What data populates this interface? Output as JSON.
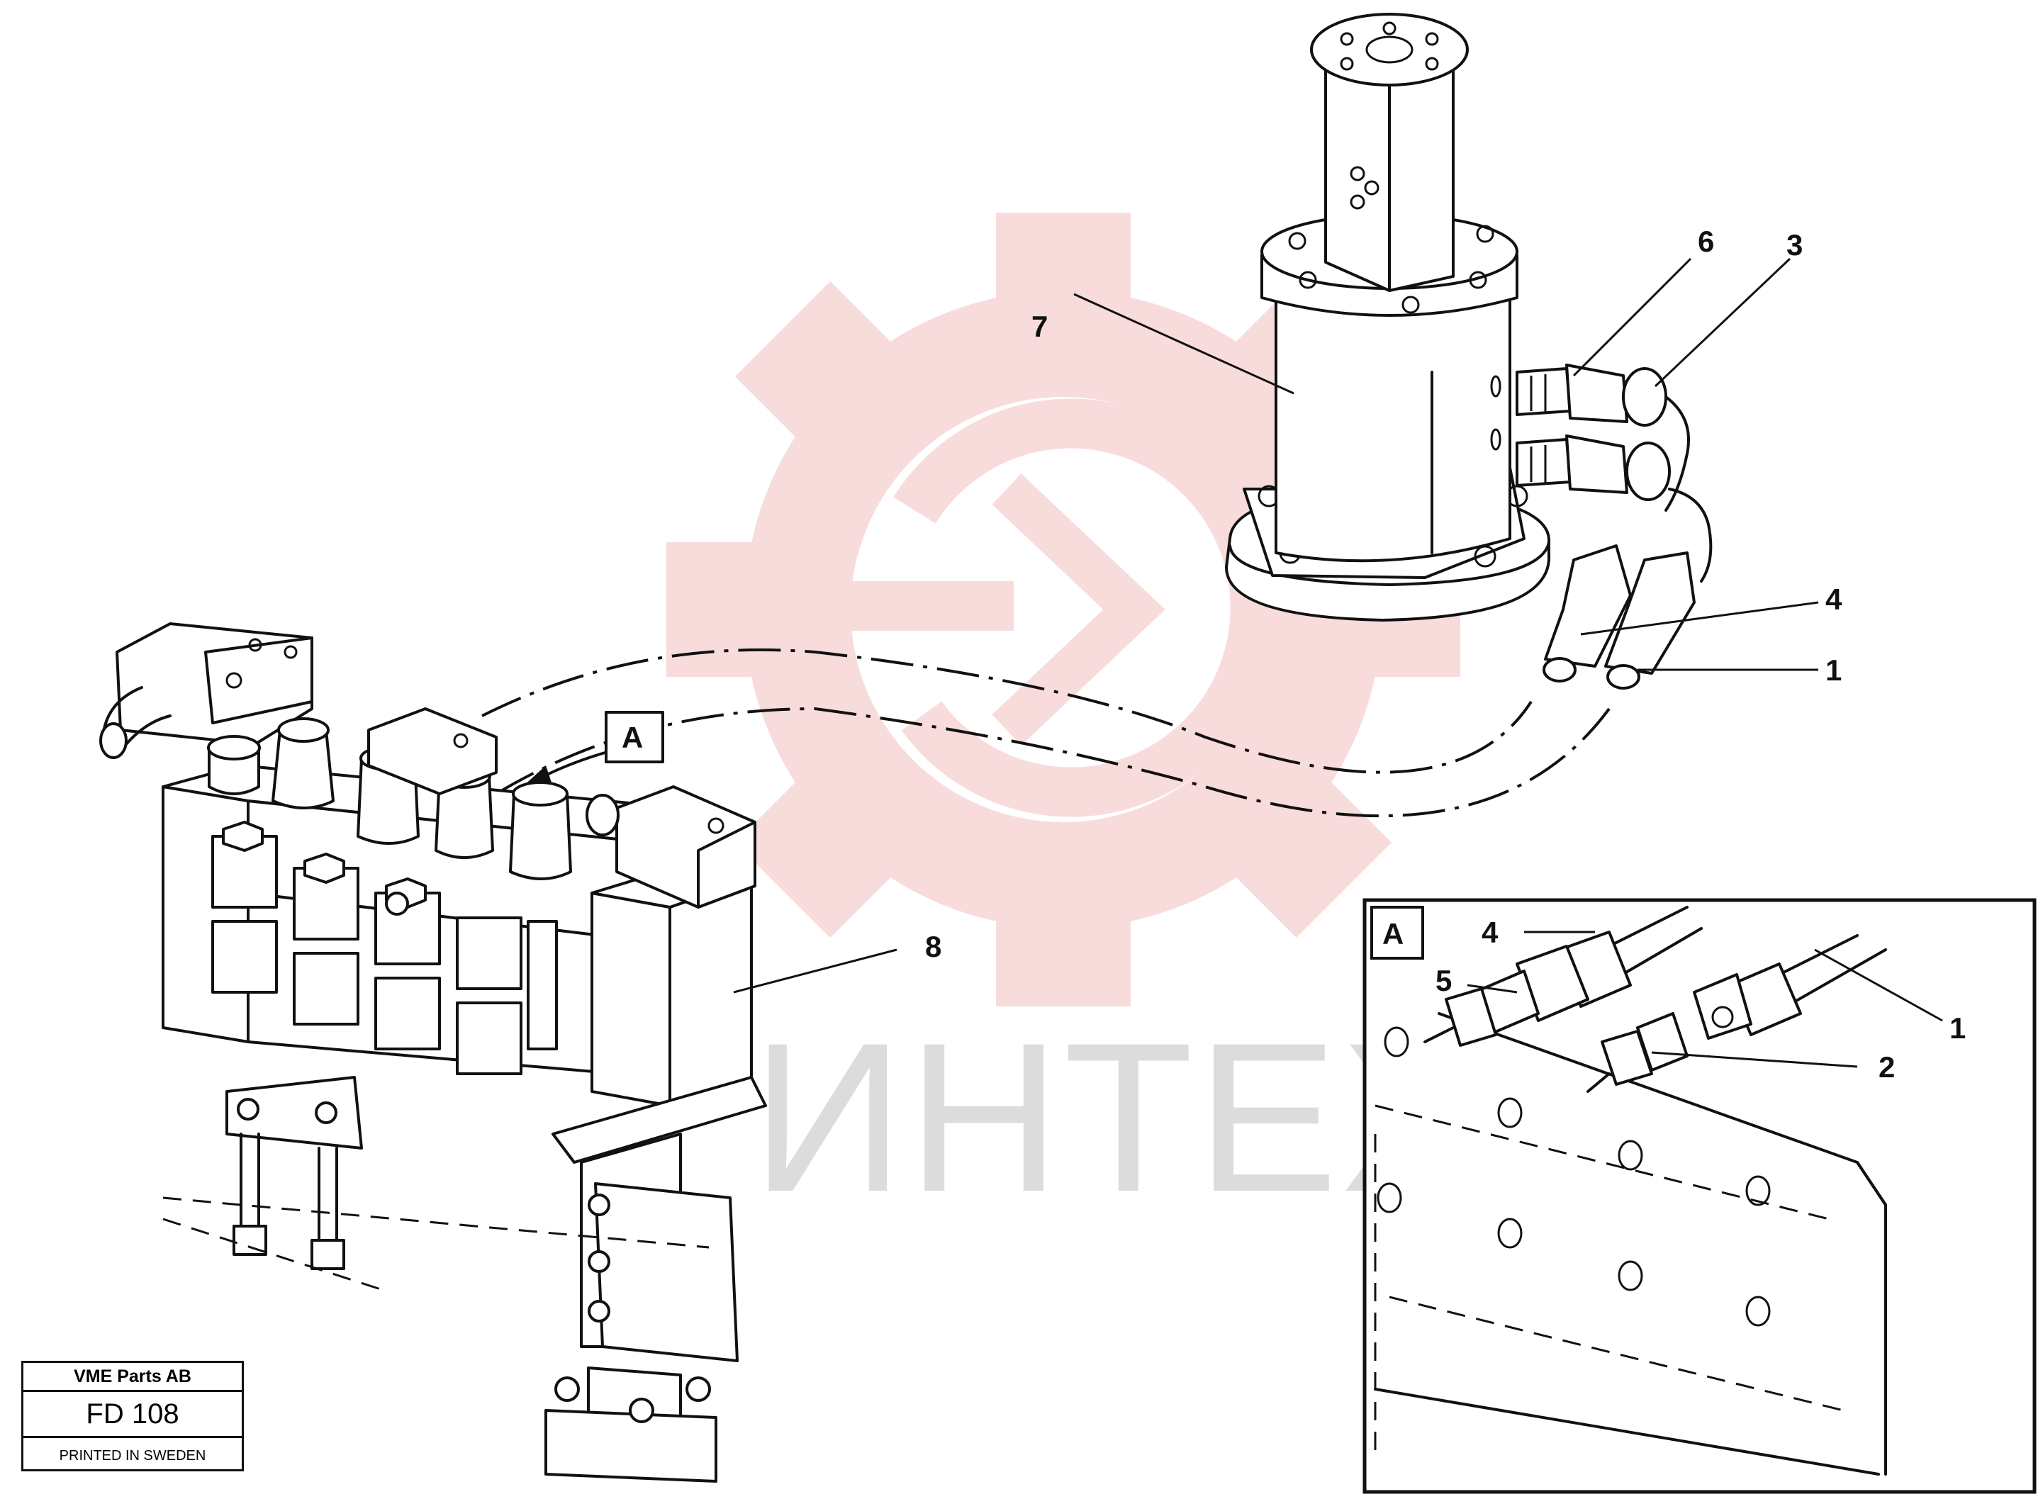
{
  "watermark": {
    "text": "ИНТЕХ",
    "gear_color": "#f4c0c0"
  },
  "callouts": {
    "c7": "7",
    "c6": "6",
    "c3": "3",
    "c4": "4",
    "c1": "1",
    "c8": "8",
    "view_ref": "A"
  },
  "detail_view": {
    "label": "A",
    "c4": "4",
    "c5": "5",
    "c1": "1",
    "c2": "2"
  },
  "title_block": {
    "company": "VME Parts AB",
    "drawing_number": "FD 108",
    "printed": "PRINTED IN SWEDEN"
  }
}
